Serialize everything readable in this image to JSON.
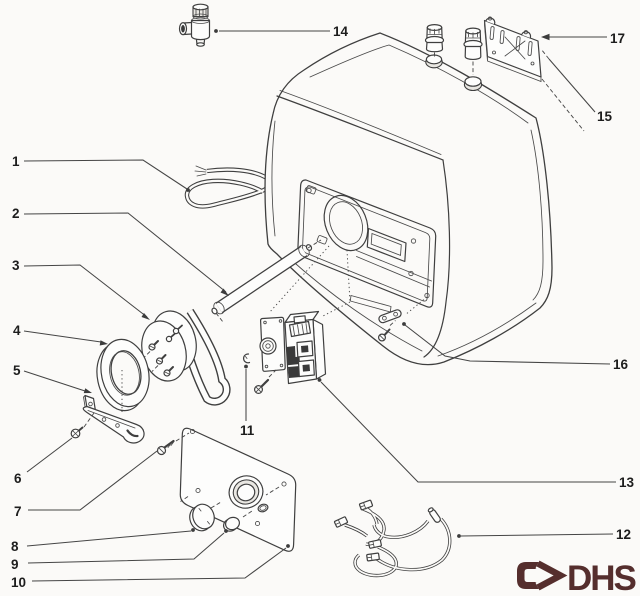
{
  "diagram": {
    "kind": "exploded parts diagram",
    "subject": "wall-mounted electric storage water heater",
    "background_color": "#fbfaf8",
    "line_color": "#3f3f3f",
    "label_color": "#1d1d1d",
    "callouts": [
      {
        "label": "1"
      },
      {
        "label": "2"
      },
      {
        "label": "3"
      },
      {
        "label": "4"
      },
      {
        "label": "5"
      },
      {
        "label": "6"
      },
      {
        "label": "7"
      },
      {
        "label": "8"
      },
      {
        "label": "9"
      },
      {
        "label": "10"
      },
      {
        "label": "11"
      },
      {
        "label": "12"
      },
      {
        "label": "13"
      },
      {
        "label": "14"
      },
      {
        "label": "15"
      },
      {
        "label": "16"
      },
      {
        "label": "17"
      }
    ],
    "logo": {
      "text": "DHS",
      "color": "#552e2d"
    }
  }
}
